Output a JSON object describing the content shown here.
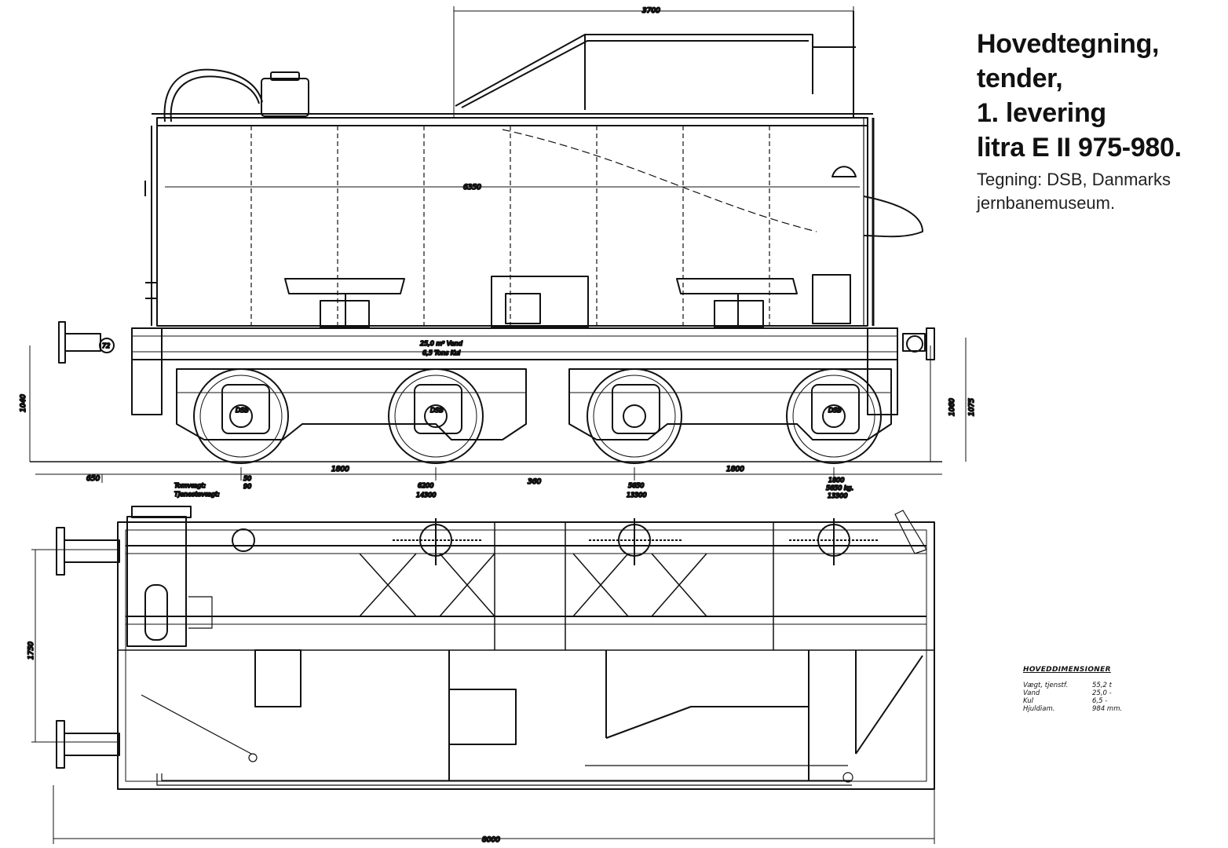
{
  "title": {
    "lines": [
      "Hovedtegning,",
      "tender,",
      "1. levering",
      "litra E II 975-980."
    ],
    "credit_lines": [
      "Tegning: DSB, Danmarks",
      "jernbanemuseum."
    ]
  },
  "dimensions": {
    "overall_top": "3700",
    "tank_length": "6350",
    "height_left": "1040",
    "height_right_1": "1060",
    "height_right_2": "1075",
    "spacing_front": "1800",
    "spacing_rear": "1800",
    "offset_front": "650",
    "offset_small": "50",
    "offset_small_2": "90",
    "centre_gap": "360",
    "plan_width": "1750",
    "overall_length": "8000",
    "tank_capacity_water": "25,0 m³ Vand",
    "tank_capacity_coal": "6,5 Tons Kul"
  },
  "axle_loads": {
    "tomvaegt_label": "Tomvægt:",
    "tjenestevaegt_label": "Tjenestevægt:",
    "values": [
      {
        "empty": "6200",
        "service": "14300"
      },
      {
        "empty": "5650",
        "service": "13300"
      },
      {
        "empty": "5650 kg.",
        "service": "13300"
      }
    ],
    "last_spacing": "1800"
  },
  "wheel_marks": [
    "DSB",
    "DSB",
    "DSB"
  ],
  "plate_number": "72",
  "hoveddimensioner": {
    "heading": "HOVEDDIMENSIONER",
    "rows": [
      {
        "label": "Vægt, tjenstf.",
        "value": "55,2 t"
      },
      {
        "label": "Vand",
        "value": "25,0 -"
      },
      {
        "label": "Kul",
        "value": "6,5 -"
      },
      {
        "label": "Hjuldiam.",
        "value": "984 mm."
      }
    ]
  }
}
